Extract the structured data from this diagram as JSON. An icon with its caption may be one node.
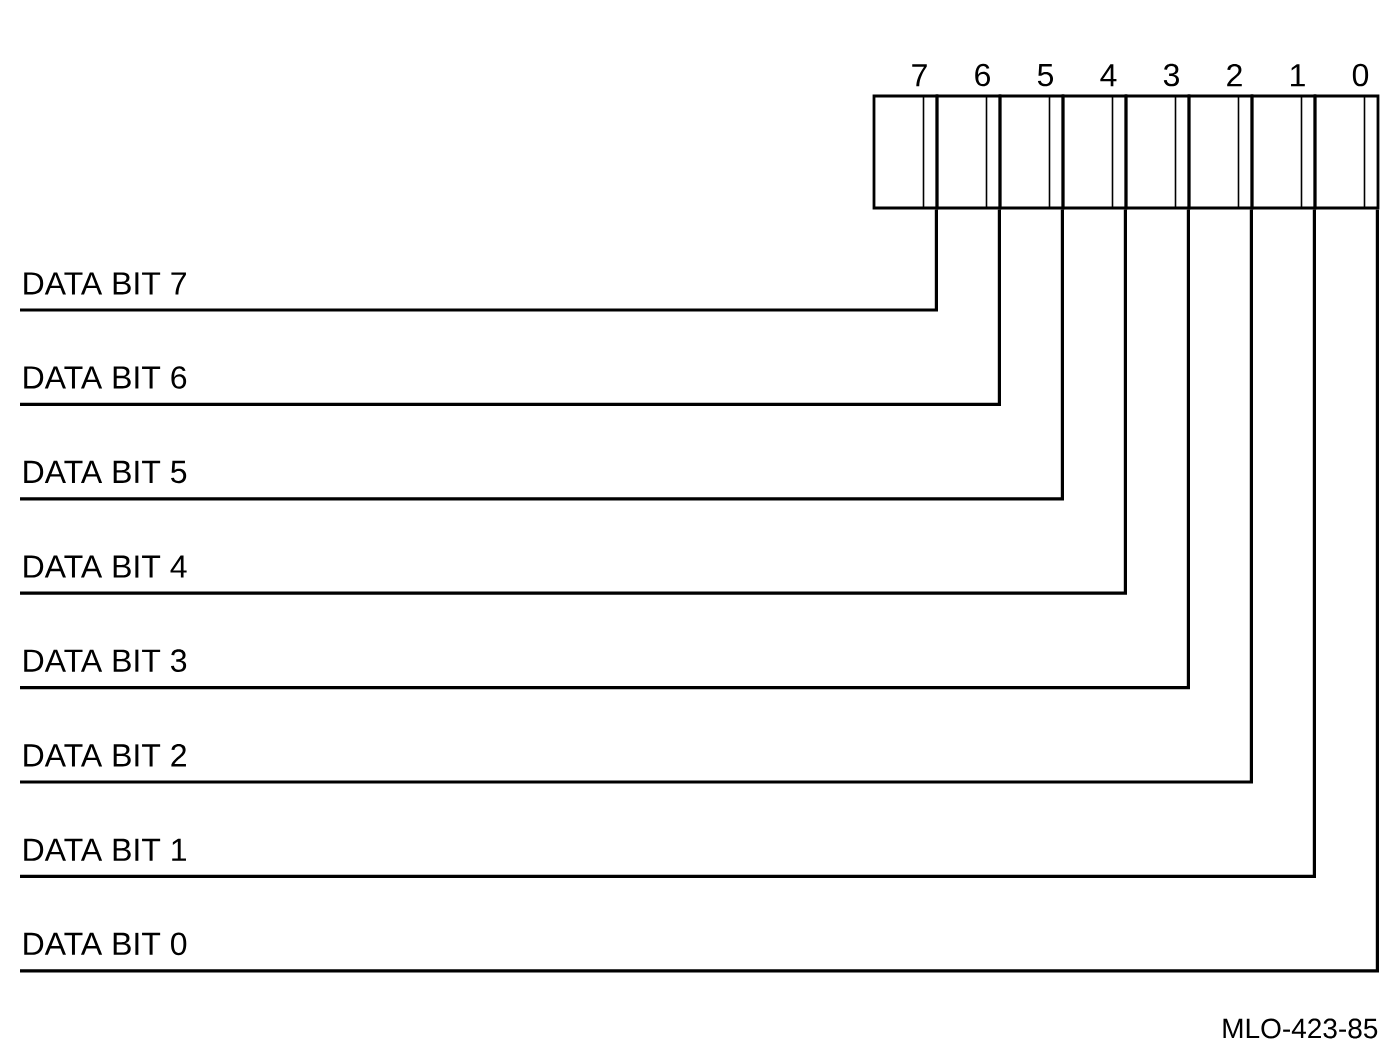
{
  "diagram": {
    "nodes": [
      {
        "text": [
          "7"
        ]
      },
      {
        "text": [
          "6"
        ]
      },
      {
        "text": [
          "5"
        ]
      },
      {
        "text": [
          "4"
        ]
      },
      {
        "text": [
          "3"
        ]
      },
      {
        "text": [
          "2"
        ]
      },
      {
        "text": [
          "1"
        ]
      },
      {
        "text": [
          "0"
        ]
      },
      {
        "text": [
          "DATA BIT 7"
        ]
      },
      {
        "text": [
          "DATA BIT 6"
        ]
      },
      {
        "text": [
          "DATA BIT 5"
        ]
      },
      {
        "text": [
          "DATA BIT 4"
        ]
      },
      {
        "text": [
          "DATA BIT 3"
        ]
      },
      {
        "text": [
          "DATA BIT 2"
        ]
      },
      {
        "text": [
          "DATA BIT 1"
        ]
      },
      {
        "text": [
          "DATA BIT 0"
        ]
      }
    ],
    "edges": [
      {
        "from": 8,
        "to": 0,
        "arrow": "none"
      },
      {
        "from": 9,
        "to": 1,
        "arrow": "none"
      },
      {
        "from": 10,
        "to": 2,
        "arrow": "none"
      },
      {
        "from": 11,
        "to": 3,
        "arrow": "none"
      },
      {
        "from": 12,
        "to": 4,
        "arrow": "none"
      },
      {
        "from": 13,
        "to": 5,
        "arrow": "none"
      },
      {
        "from": 14,
        "to": 6,
        "arrow": "none"
      },
      {
        "from": 15,
        "to": 7,
        "arrow": "none"
      }
    ],
    "labels": [
      "MLO-423-85"
    ]
  }
}
